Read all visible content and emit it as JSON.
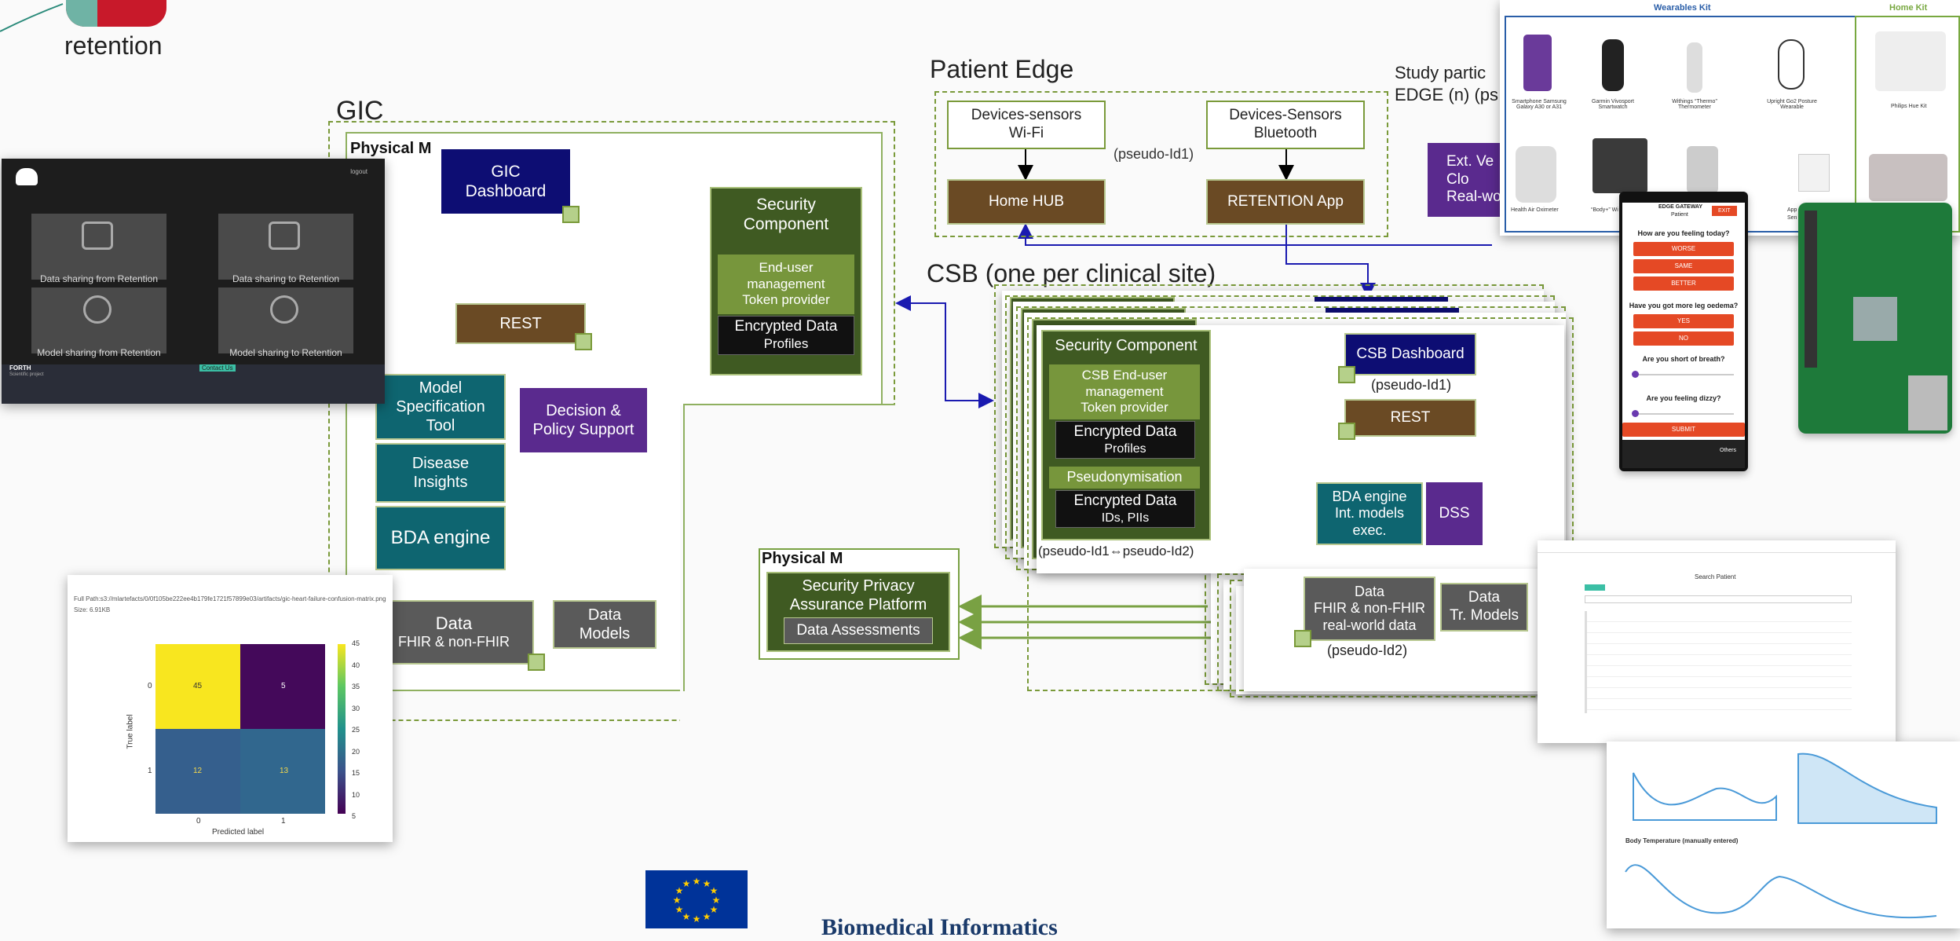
{
  "headings": {
    "retention": "retention",
    "gic": "GIC",
    "patient_edge": "Patient Edge",
    "study_participant_line1": "Study partic",
    "study_participant_line2": "EDGE (n)  (ps",
    "csb": "CSB (one per clinical site)",
    "biomedical": "Biomedical Informatics"
  },
  "gic": {
    "physical_m": "Physical M",
    "dashboard": [
      "GIC",
      "Dashboard"
    ],
    "rest": "REST",
    "security": {
      "title": [
        "Security",
        "Component"
      ],
      "mgmt": [
        "End-user",
        "management",
        "Token provider"
      ],
      "enc_title": "Encrypted Data",
      "enc_sub": "Profiles"
    },
    "decision": [
      "Decision &",
      "Policy Support"
    ],
    "model_spec": [
      "Model",
      "Specification",
      "Tool"
    ],
    "disease": [
      "Disease",
      "Insights"
    ],
    "bda": "BDA engine",
    "data": [
      "Data",
      "FHIR & non-FHIR"
    ],
    "data_models": [
      "Data",
      "Models"
    ]
  },
  "patient_edge": {
    "wifi": [
      "Devices-sensors",
      "Wi-Fi"
    ],
    "bluetooth": [
      "Devices-Sensors",
      "Bluetooth"
    ],
    "pseudo": "(pseudo-Id1)",
    "home_hub": "Home HUB",
    "app": "RETENTION App",
    "ext": [
      "Ext. Ve",
      "Clo",
      "Real-wo"
    ]
  },
  "spap": {
    "physical_m": "Physical M",
    "title": [
      "Security Privacy",
      "Assurance Platform"
    ],
    "assess": "Data Assessments"
  },
  "csb": {
    "security": "Security Component",
    "mgmt": [
      "CSB End-user",
      "management",
      "Token provider"
    ],
    "enc1_title": "Encrypted Data",
    "enc1_sub": "Profiles",
    "pseudonym": "Pseudonymisation",
    "enc2_title": "Encrypted Data",
    "enc2_sub": "IDs, PIIs",
    "pseudo_map": "(pseudo-Id1⇔pseudo-Id2)",
    "dashboard": "CSB Dashboard",
    "pseudo1": "(pseudo-Id1)",
    "rest": "REST",
    "bda": [
      "BDA engine",
      "Int. models",
      "exec."
    ],
    "dss": "DSS",
    "data": [
      "Data",
      "FHIR & non-FHIR",
      "real-world data"
    ],
    "tr_models": [
      "Data",
      "Tr. Models"
    ],
    "pseudo2": "(pseudo-Id2)"
  },
  "dark_app": {
    "logout": "logout",
    "tiles": [
      "Data sharing from Retention",
      "Data sharing to Retention",
      "Model sharing from Retention",
      "Model sharing to Retention"
    ],
    "footer_title": "FORTH",
    "footer_sub": "Scientific project",
    "contact": "Contact Us"
  },
  "confusion": {
    "path": "Full Path:s3://mlartefacts/0/0f105be222ee4b179fe1721f57899e03/artifacts/gic-heart-failure-confusion-matrix.png",
    "size": "Size: 6.91KB",
    "cells": [
      "45",
      "5",
      "12",
      "13"
    ],
    "row_ticks": [
      "0",
      "1"
    ],
    "col_ticks": [
      "0",
      "1"
    ],
    "xlabel": "Predicted label",
    "ylabel": "True label",
    "colorbar": [
      "45",
      "40",
      "35",
      "30",
      "25",
      "20",
      "15",
      "10",
      "5"
    ]
  },
  "wearables": {
    "title": "Wearables Kit",
    "home_title": "Home Kit",
    "items": [
      "Smartphone Samsung Galaxy A30 or A31",
      "Garmin Vivosport Smartwatch",
      "Withings “Thermo” Thermometer",
      "Upright Go2 Posture Wearable",
      "Philips Hue Kit",
      "Health Air Oximeter",
      "“Body+” Wi",
      "App",
      "Sen"
    ]
  },
  "mobile": {
    "header": "EDGE GATEWAY",
    "sub": "Patient",
    "exit": "EXIT",
    "q1": "How are you feeling today?",
    "opts1": [
      "WORSE",
      "SAME",
      "BETTER"
    ],
    "q2": "Have you got more leg oedema?",
    "opts2": [
      "YES",
      "NO"
    ],
    "q3": "Are you short of breath?",
    "q4": "Are you feeling dizzy?",
    "submit": "SUBMIT",
    "others": "Others"
  },
  "patient_ui": {
    "search": "Search Patient",
    "chart_title": "Body Temperature (manually entered)"
  },
  "colors": {
    "green_line": "#79a143",
    "blue_line": "#1a1ab0",
    "brown": "#6a4a24",
    "teal": "#0e6570",
    "purple": "#5a2a8e",
    "navy": "#0d0d73",
    "dark_green": "#3f5a22",
    "eu_blue": "#003399"
  }
}
